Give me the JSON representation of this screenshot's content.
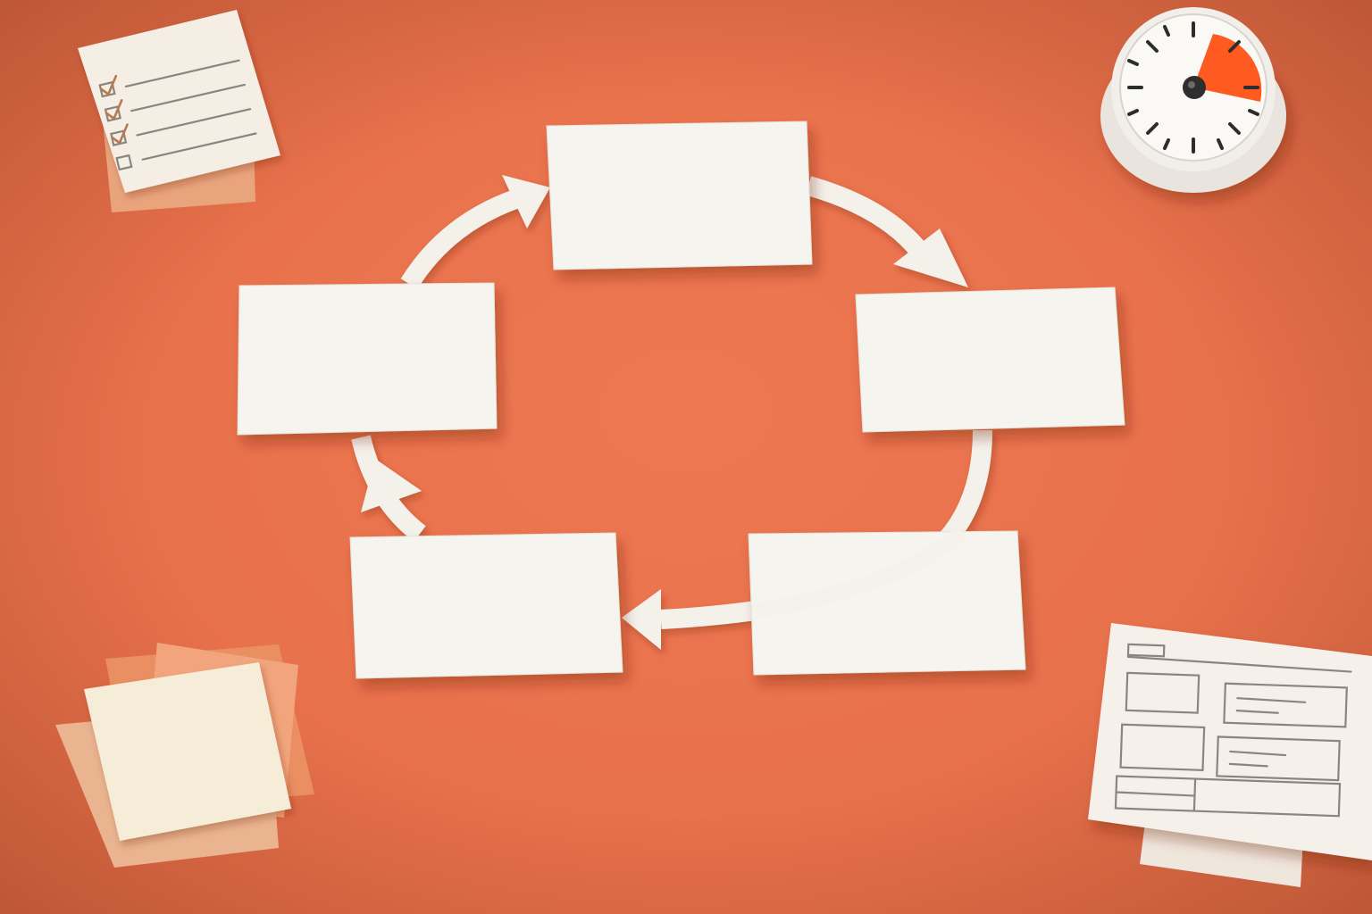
{
  "scene": {
    "background_color": "#E8714B",
    "card_color": "#F6F4EF",
    "arrow_color": "#F4F1EA",
    "accent_color": "#FF5A1F",
    "cycle_cards": [
      "card-top",
      "card-right",
      "card-bottom-right",
      "card-bottom-left",
      "card-left"
    ],
    "props": [
      "checklist-note",
      "timer",
      "sticky-note-stack",
      "wireframe-sketch"
    ],
    "checklist": {
      "items": 4,
      "checked": 3
    },
    "timer": {
      "remaining_fraction": 0.13
    }
  }
}
